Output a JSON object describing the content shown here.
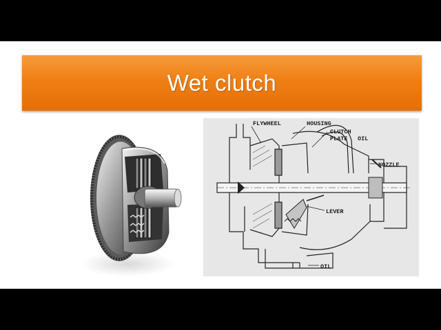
{
  "slide": {
    "title": "Wet clutch"
  },
  "diagram": {
    "labels": {
      "flywheel": "FLYWHEEL",
      "housing": "HOUSING",
      "clutch": "CLUTCH",
      "plate": "PLATE",
      "oil_top": "OIL",
      "nozzle": "NOZZLE",
      "lever": "LEVER",
      "oil_bottom": "OIL"
    }
  },
  "colors": {
    "title_bar": "#ef7f14",
    "title_text": "#ffffff",
    "letterbox": "#000000",
    "diagram_background": "#e7e7e7"
  }
}
